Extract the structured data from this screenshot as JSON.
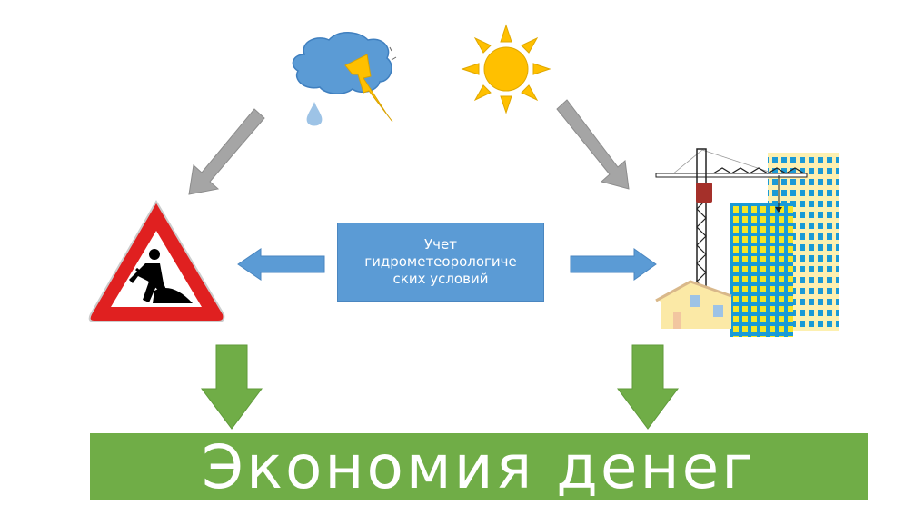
{
  "center_box": {
    "line1": "Учет",
    "line2": "гидрометеорологиче",
    "line3": "ских условий"
  },
  "banner": {
    "text": "Экономия денег"
  },
  "icons": [
    "storm-cloud-icon",
    "sun-icon",
    "road-works-sign-icon",
    "construction-crane-buildings-icon"
  ],
  "colors": {
    "blue": "#5b9bd5",
    "green": "#70ad47",
    "gray": "#a5a5a5",
    "sun": "#ffc000",
    "sign_red": "#e02020"
  }
}
